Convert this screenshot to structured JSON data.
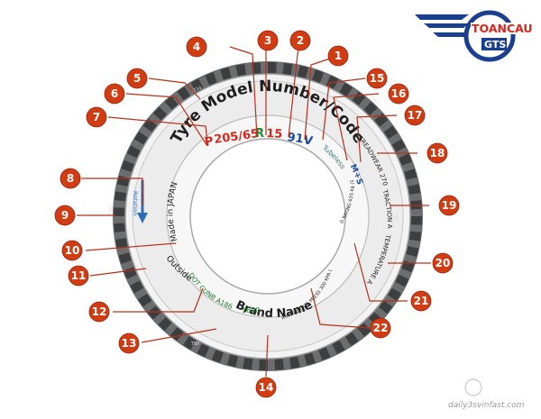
{
  "logo": {
    "name_text": "TOANCAU",
    "mark_text": "GTS",
    "colors": {
      "navy": "#1b3f8f",
      "red": "#d9251d"
    }
  },
  "watermark": {
    "text": "daily3svinfast.com"
  },
  "tire": {
    "model_heading": "Tyre Model Number/Code",
    "size_parts": {
      "prefix": "P",
      "width_ratio": "205/65",
      "construction": "R",
      "rim": "15",
      "load": "91",
      "speed": "V"
    },
    "brand_name": "Brand Name",
    "rotation": "Rotation",
    "made_in": "Made in JAPAN",
    "outside": "Outside",
    "dot_code": "DOT CUNB A186",
    "date_code": "1800",
    "tubeless": "Tubeless",
    "ms": "M+S",
    "treadwear": "TREADWEAR 270",
    "traction": "TRACTION A",
    "temperature": "TEMPERATURE A",
    "max_load": "MAX LOAD RATING 615 kg (1356 LBS)",
    "max_pressure": "MAX PERMIT INFLATE PRESS 300 KPA (44 PSI)",
    "small_marks": [
      "1234",
      "TWI",
      "TWI",
      "TWI",
      "TWI"
    ]
  },
  "callouts": [
    {
      "n": "1"
    },
    {
      "n": "2"
    },
    {
      "n": "3"
    },
    {
      "n": "4"
    },
    {
      "n": "5"
    },
    {
      "n": "6"
    },
    {
      "n": "7"
    },
    {
      "n": "8"
    },
    {
      "n": "9"
    },
    {
      "n": "10"
    },
    {
      "n": "11"
    },
    {
      "n": "12"
    },
    {
      "n": "13"
    },
    {
      "n": "14"
    },
    {
      "n": "15"
    },
    {
      "n": "16"
    },
    {
      "n": "17"
    },
    {
      "n": "18"
    },
    {
      "n": "19"
    },
    {
      "n": "20"
    },
    {
      "n": "21"
    },
    {
      "n": "22"
    }
  ],
  "colors": {
    "callout_fill": "#d23c13",
    "callout_line": "#b5311a",
    "tread": "#6b6d6f",
    "tread_dark": "#3c3e40",
    "sidewall": "#e9e9e9",
    "text_dark": "#1e1e1e",
    "size_red": "#d5281c",
    "size_green": "#1e8a35",
    "size_blue": "#1c4a9a",
    "dot_green": "#1c7a2a",
    "teal": "#2c7a75"
  }
}
